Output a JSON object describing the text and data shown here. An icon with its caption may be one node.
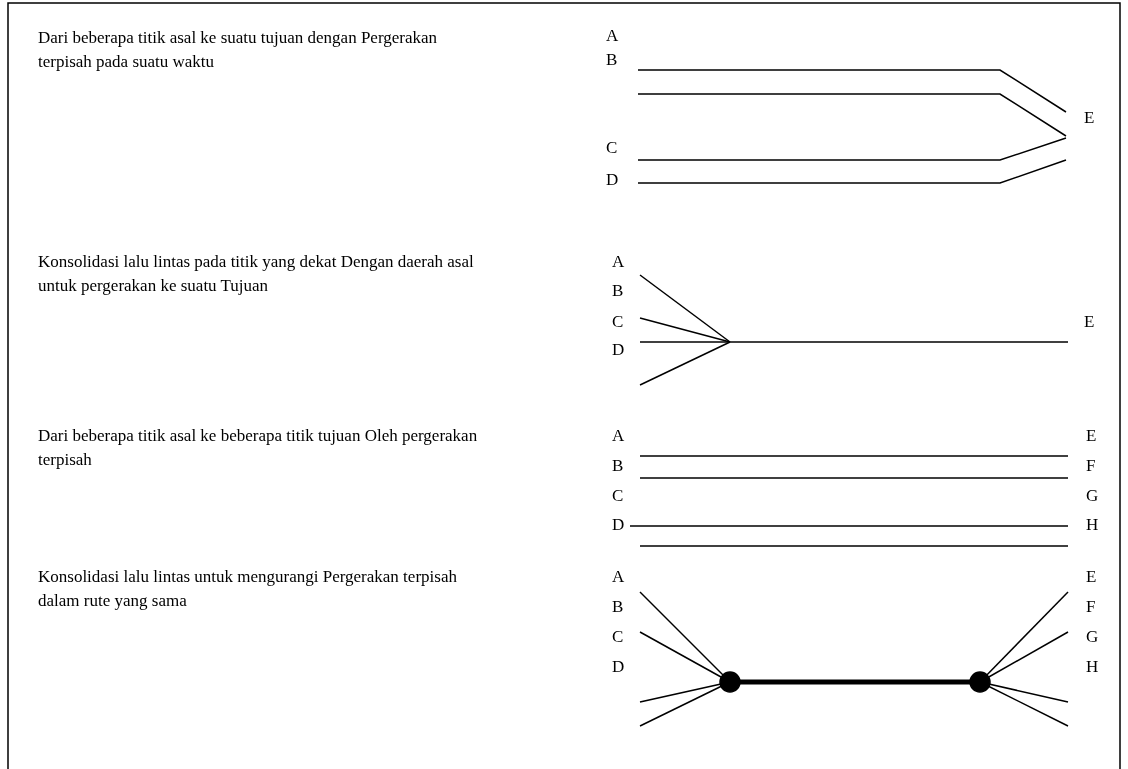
{
  "diagram": {
    "labels": [
      "Dari beberapa titik asal ke suatu tujuan dengan Pergerakan terpisah pada suatu waktu",
      "A",
      "B",
      "C",
      "D",
      "E",
      "Konsolidasi lalu lintas pada titik yang dekat Dengan daerah asal untuk pergerakan ke suatu Tujuan",
      "A",
      "B",
      "C",
      "D",
      "E",
      "Dari beberapa titik asal ke beberapa titik tujuan Oleh pergerakan terpisah",
      "A",
      "E",
      "B",
      "F",
      "C",
      "G",
      "D",
      "H",
      "Konsolidasi lalu lintas untuk mengurangi Pergerakan terpisah dalam rute yang sama",
      "A",
      "E",
      "B",
      "F",
      "C",
      "G",
      "D",
      "H"
    ]
  }
}
